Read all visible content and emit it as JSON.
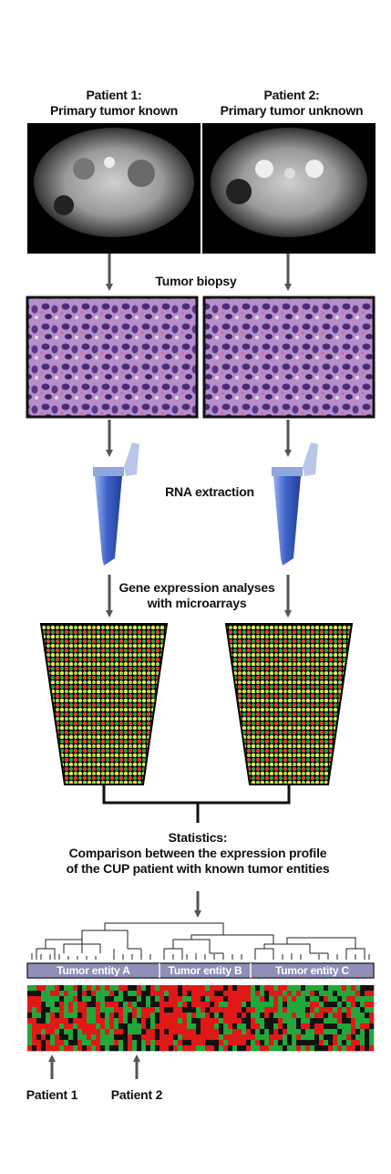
{
  "patient1": {
    "title_line1": "Patient 1:",
    "title_line2": "Primary tumor known"
  },
  "patient2": {
    "title_line1": "Patient 2:",
    "title_line2": "Primary tumor unknown"
  },
  "steps": {
    "biopsy": "Tumor biopsy",
    "rna": "RNA extraction",
    "gene_line1": "Gene expression analyses",
    "gene_line2": "with microarrays",
    "stats_line1": "Statistics:",
    "stats_line2": "Comparison between the expression profile",
    "stats_line3": "of the CUP patient with known tumor entities"
  },
  "entities": [
    "Tumor entity A",
    "Tumor entity B",
    "Tumor entity C"
  ],
  "markers": {
    "patient1": "Patient 1",
    "patient2": "Patient 2"
  },
  "colors": {
    "arrow": "#555555",
    "entity_bar": "#8f8fb8",
    "heat_red": "#e01818",
    "heat_green": "#22a83a",
    "tube_blue": "#3f63c9"
  }
}
